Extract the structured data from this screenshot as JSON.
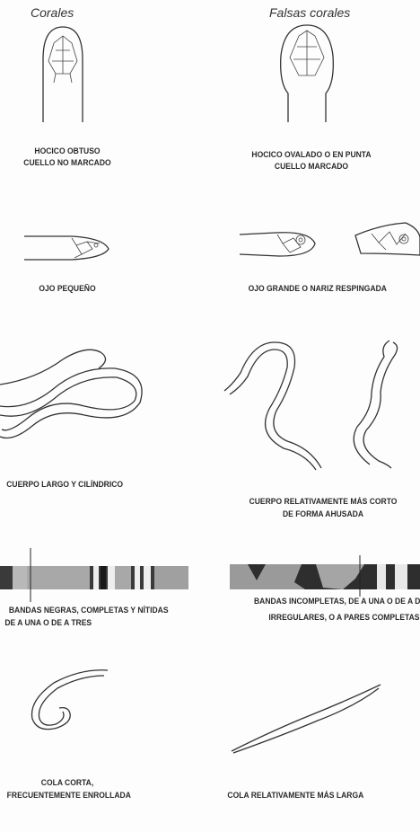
{
  "headers": {
    "left": "Corales",
    "right": "Falsas corales"
  },
  "rows": [
    {
      "left": [
        "HOCICO OBTUSO",
        "CUELLO NO MARCADO"
      ],
      "right": [
        "HOCICO OVALADO O EN PUNTA",
        "CUELLO MARCADO"
      ]
    },
    {
      "left": [
        "OJO PEQUEÑO"
      ],
      "right": [
        "OJO GRANDE  O  NARIZ RESPINGADA"
      ]
    },
    {
      "left": [
        "CUERPO LARGO Y CILÍNDRICO"
      ],
      "right": [
        "CUERPO RELATIVAMENTE MÁS CORTO",
        "DE FORMA AHUSADA"
      ]
    },
    {
      "left": [
        "BANDAS NEGRAS, COMPLETAS Y NÍTIDAS",
        "DE A UNA O DE A TRES"
      ],
      "right": [
        "BANDAS INCOMPLETAS, DE A UNA O DE A DOS",
        "IRREGULARES, O A PARES COMPLETAS"
      ]
    },
    {
      "left": [
        "COLA CORTA,",
        "FRECUENTEMENTE ENROLLADA"
      ],
      "right": [
        "COLA RELATIVAMENTE MÁS LARGA"
      ]
    }
  ]
}
